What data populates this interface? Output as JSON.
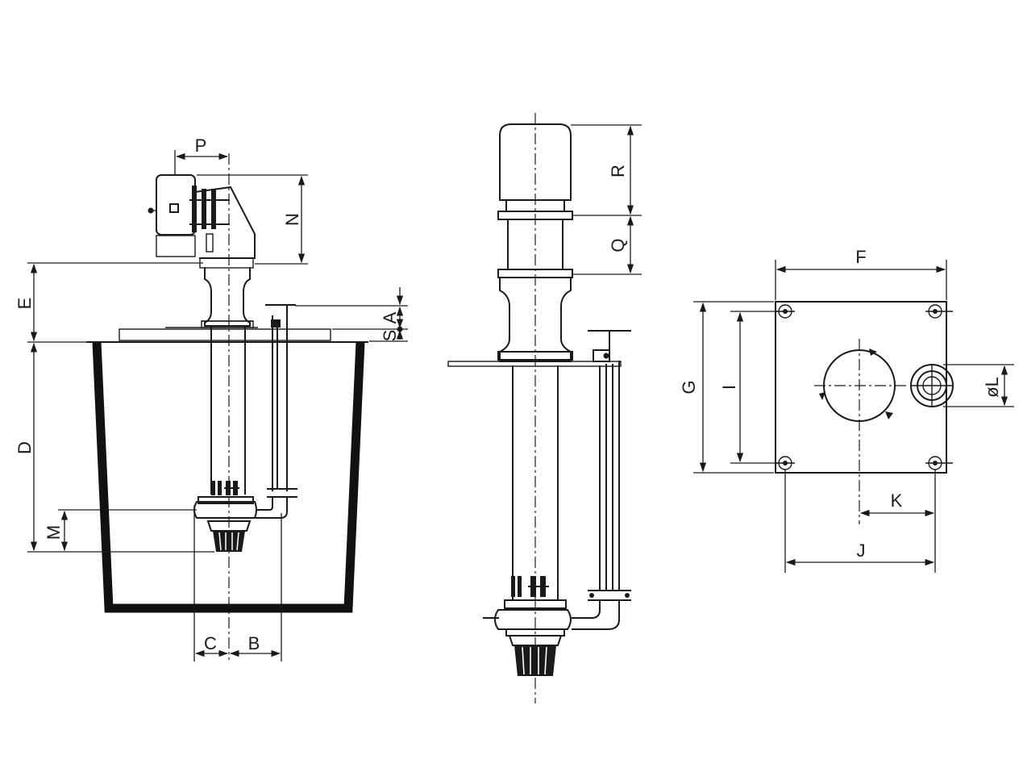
{
  "labels": {
    "P": "P",
    "N": "N",
    "E": "E",
    "A": "A",
    "S": "S",
    "D": "D",
    "M": "M",
    "C": "C",
    "B": "B",
    "R": "R",
    "Q": "Q",
    "F": "F",
    "G": "G",
    "I": "I",
    "L": "øL",
    "K": "K",
    "J": "J"
  }
}
